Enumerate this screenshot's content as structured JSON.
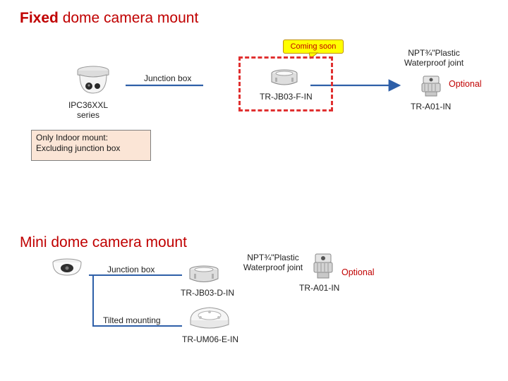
{
  "fixed_section": {
    "title_bold": "Fixed",
    "title_rest": " dome camera mount",
    "callout": "Coming soon",
    "junction_box_label": "Junction box",
    "camera_label_line1": "IPC36XXL",
    "camera_label_line2": "series",
    "junction_part": "TR-JB03-F-IN",
    "joint_line1": "NPT¾\"Plastic",
    "joint_line2": "Waterproof joint",
    "optional": "Optional",
    "joint_part": "TR-A01-IN",
    "note_line1": "Only Indoor mount:",
    "note_line2": " Excluding junction box"
  },
  "mini_section": {
    "title": "Mini dome camera mount",
    "junction_box_label": "Junction box",
    "junction_part": "TR-JB03-D-IN",
    "joint_line1": "NPT¾\"Plastic",
    "joint_line2": "Waterproof joint",
    "optional": "Optional",
    "joint_part": "TR-A01-IN",
    "tilted_label": "Tilted mounting",
    "tilted_part": "TR-UM06-E-IN"
  },
  "colors": {
    "title_red": "#c00000",
    "arrow_blue": "#2e5fa8",
    "dashed_red": "#e03030",
    "callout_yellow": "#ffff00",
    "note_fill": "#fbe5d6"
  },
  "icons": [
    "dome-camera-icon",
    "junction-box-icon",
    "waterproof-joint-icon",
    "mini-dome-camera-icon",
    "tilted-mount-icon"
  ]
}
